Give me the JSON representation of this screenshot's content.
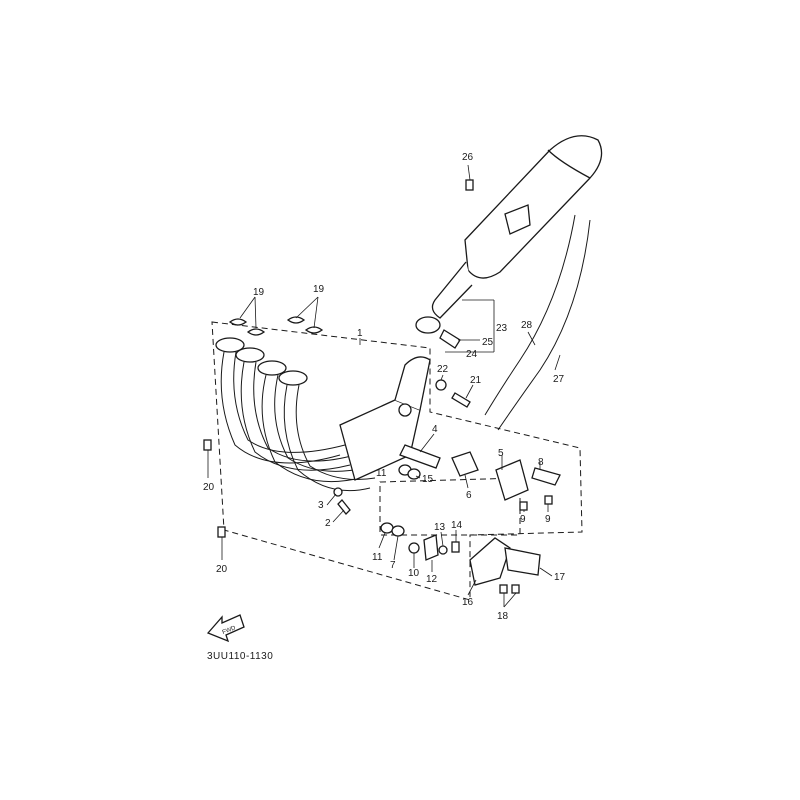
{
  "diagram": {
    "catalog_code": "3UU110-1130",
    "front_arrow_label": "FWD",
    "callouts": {
      "c1": "1",
      "c2": "2",
      "c3": "3",
      "c4": "4",
      "c5": "5",
      "c6": "6",
      "c7": "7",
      "c8": "8",
      "c9a": "9",
      "c9b": "9",
      "c10": "10",
      "c11a": "11",
      "c11b": "11",
      "c12": "12",
      "c13": "13",
      "c14": "14",
      "c15": "15",
      "c16": "16",
      "c17": "17",
      "c18": "18",
      "c19a": "19",
      "c19b": "19",
      "c20a": "20",
      "c20b": "20",
      "c21": "21",
      "c22": "22",
      "c23": "23",
      "c24": "24",
      "c25": "25",
      "c26": "26",
      "c27": "27",
      "c28": "28"
    }
  }
}
